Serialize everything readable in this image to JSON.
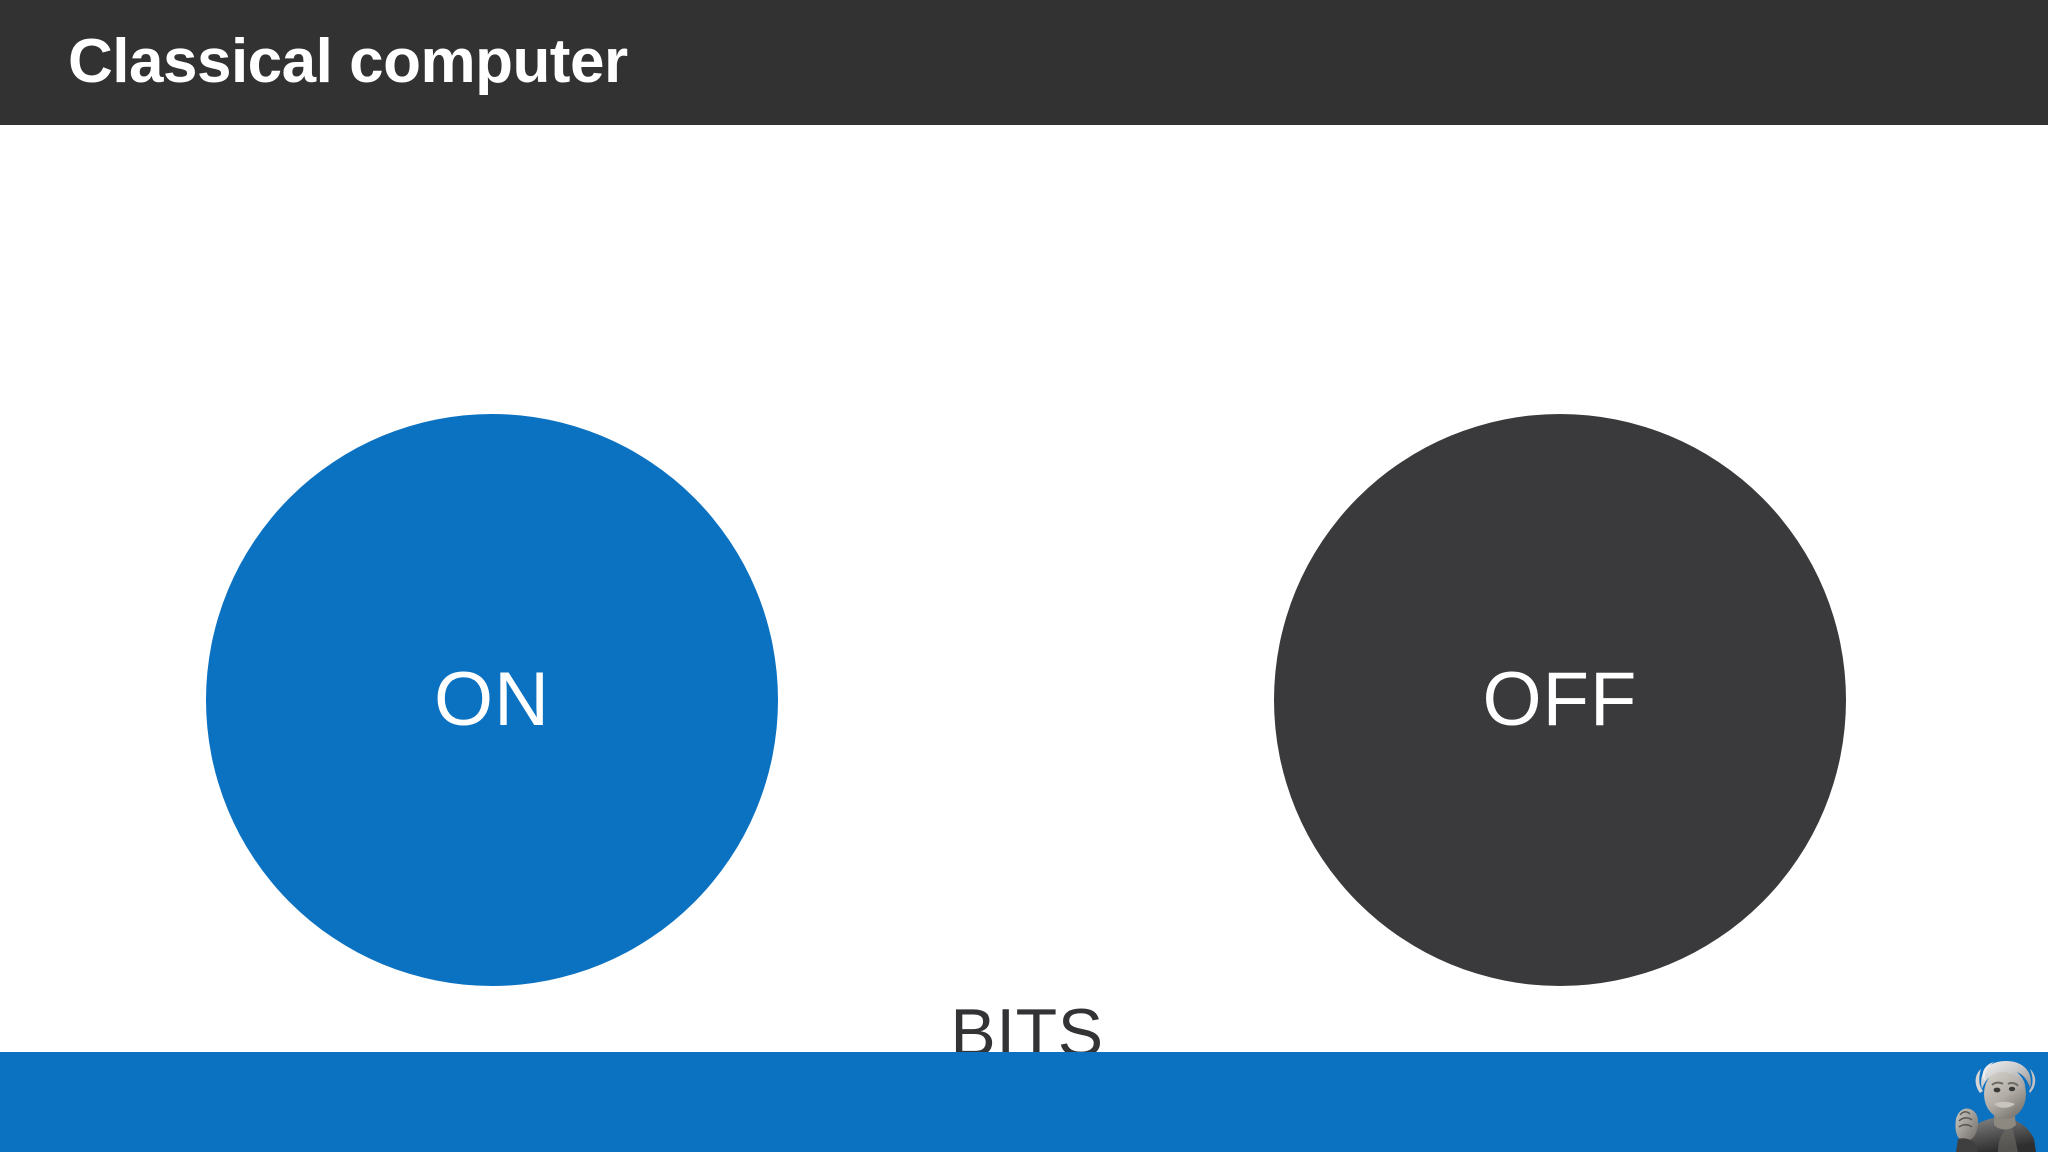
{
  "slide": {
    "title": "Classical computer",
    "background_color": "#FFFFFF"
  },
  "title_bar": {
    "background_color": "#323232",
    "text_color": "#FFFFFF"
  },
  "diagram": {
    "caption": "BITS",
    "caption_color": "#333336",
    "states": [
      {
        "label": "ON",
        "shape": "circle",
        "fill_color": "#0B71C1",
        "text_color": "#FFFFFF"
      },
      {
        "label": "OFF",
        "shape": "circle",
        "fill_color": "#3A3A3C",
        "text_color": "#FFFFFF"
      }
    ]
  },
  "footer": {
    "background_color": "#0B71C1",
    "portrait": "einstein-photo"
  }
}
